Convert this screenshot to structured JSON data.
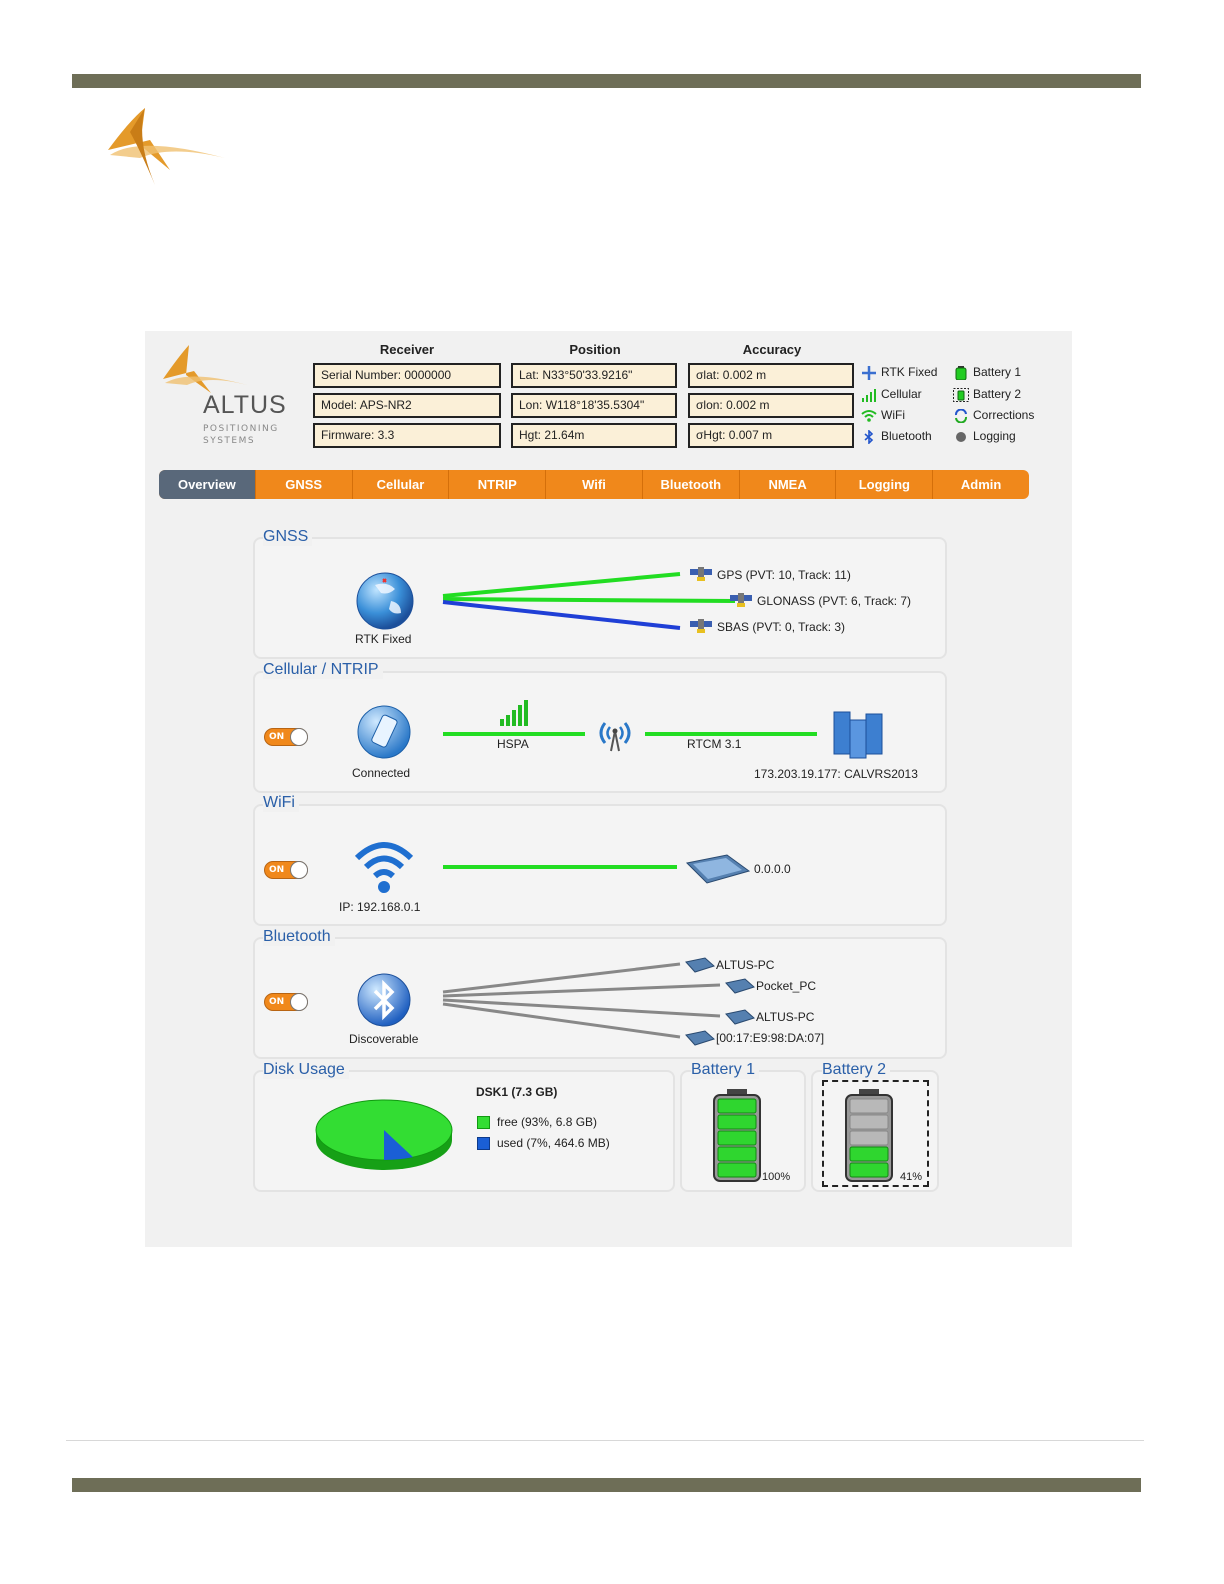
{
  "receiver": {
    "header": "Receiver",
    "serial": "Serial Number: 0000000",
    "model": "Model: APS-NR2",
    "firmware": "Firmware: 3.3"
  },
  "position": {
    "header": "Position",
    "lat": "Lat: N33°50'33.9216\"",
    "lon": "Lon: W118°18'35.5304\"",
    "hgt": "Hgt: 21.64m"
  },
  "accuracy": {
    "header": "Accuracy",
    "slat": "σlat: 0.002 m",
    "slon": "σlon: 0.002 m",
    "shgt": "σHgt: 0.007 m"
  },
  "brand": {
    "name": "ALTUS",
    "sub": "POSITIONING SYSTEMS"
  },
  "legend": {
    "rtk": "RTK Fixed",
    "cellular": "Cellular",
    "wifi": "WiFi",
    "bluetooth": "Bluetooth",
    "battery1": "Battery 1",
    "battery2": "Battery 2",
    "corrections": "Corrections",
    "logging": "Logging"
  },
  "tabs": [
    "Overview",
    "GNSS",
    "Cellular",
    "NTRIP",
    "Wifi",
    "Bluetooth",
    "NMEA",
    "Logging",
    "Admin"
  ],
  "gnss": {
    "title": "GNSS",
    "status": "RTK Fixed",
    "gps": "GPS (PVT: 10, Track: 11)",
    "glonass": "GLONASS (PVT: 6, Track: 7)",
    "sbas": "SBAS (PVT: 0, Track: 3)"
  },
  "cellular": {
    "title": "Cellular / NTRIP",
    "toggle": "ON",
    "status": "Connected",
    "network": "HSPA",
    "correction": "RTCM 3.1",
    "server": "173.203.19.177: CALVRS2013"
  },
  "wifi": {
    "title": "WiFi",
    "toggle": "ON",
    "ip": "IP: 192.168.0.1",
    "client": "0.0.0.0"
  },
  "bluetooth": {
    "title": "Bluetooth",
    "toggle": "ON",
    "status": "Discoverable",
    "devices": [
      "ALTUS-PC",
      "Pocket_PC",
      "ALTUS-PC",
      "[00:17:E9:98:DA:07]"
    ]
  },
  "disk": {
    "title": "Disk Usage",
    "name": "DSK1 (7.3 GB)",
    "free_label": "free (93%, 6.8 GB)",
    "used_label": "used (7%, 464.6 MB)",
    "free_color": "#33dd33",
    "used_color": "#1a5fd6",
    "used_fraction": 0.07
  },
  "battery1": {
    "title": "Battery 1",
    "level": "100%",
    "fraction": 1.0
  },
  "battery2": {
    "title": "Battery 2",
    "level": "41%",
    "fraction": 0.41
  },
  "colors": {
    "accent": "#f0881b",
    "active_tab": "#59687a",
    "link_green": "#22dd22",
    "link_blue": "#1f3fd6",
    "title_blue": "#2a5fa8"
  }
}
